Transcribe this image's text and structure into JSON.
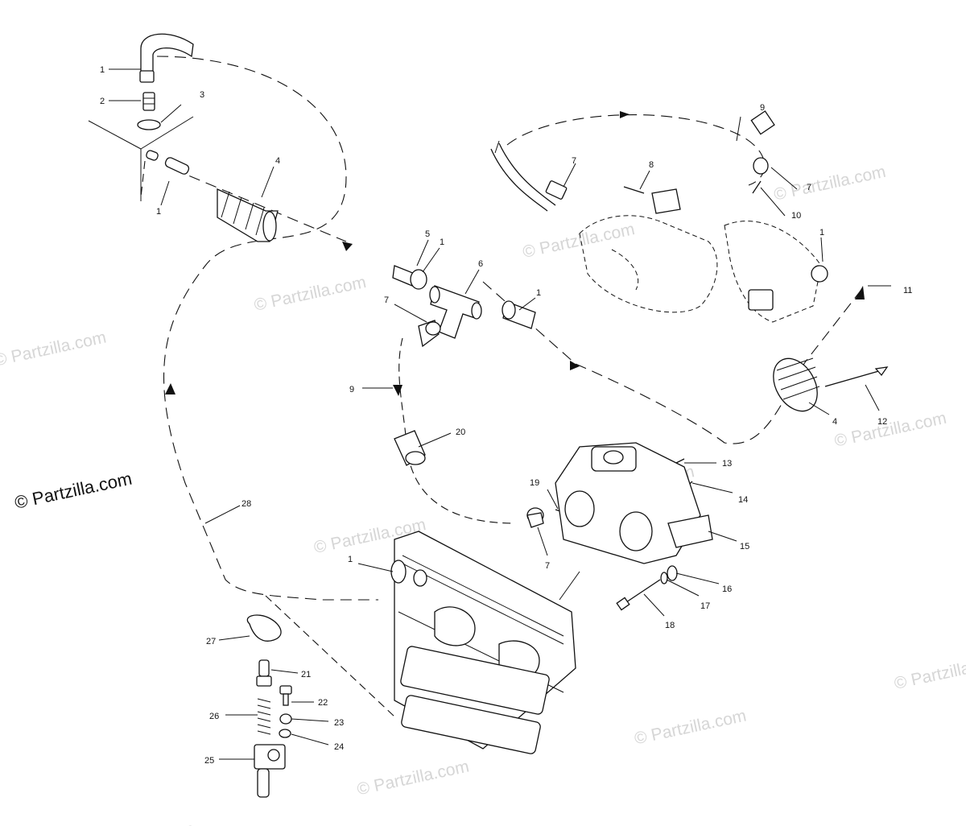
{
  "watermark_text": "© Partzilla.com",
  "brand_text": "© Partzilla.com",
  "part_labels": [
    {
      "id": "1a",
      "text": "1"
    },
    {
      "id": "2",
      "text": "2"
    },
    {
      "id": "3",
      "text": "3"
    },
    {
      "id": "1b",
      "text": "1"
    },
    {
      "id": "4a",
      "text": "4"
    },
    {
      "id": "9a",
      "text": "9"
    },
    {
      "id": "7a",
      "text": "7"
    },
    {
      "id": "8",
      "text": "8"
    },
    {
      "id": "7b",
      "text": "7"
    },
    {
      "id": "10",
      "text": "10"
    },
    {
      "id": "1c",
      "text": "1"
    },
    {
      "id": "11",
      "text": "11"
    },
    {
      "id": "5",
      "text": "5"
    },
    {
      "id": "1d",
      "text": "1"
    },
    {
      "id": "6",
      "text": "6"
    },
    {
      "id": "7c",
      "text": "7"
    },
    {
      "id": "1e",
      "text": "1"
    },
    {
      "id": "9b",
      "text": "9"
    },
    {
      "id": "4b",
      "text": "4"
    },
    {
      "id": "12",
      "text": "12"
    },
    {
      "id": "20",
      "text": "20"
    },
    {
      "id": "13",
      "text": "13"
    },
    {
      "id": "14",
      "text": "14"
    },
    {
      "id": "19",
      "text": "19"
    },
    {
      "id": "15",
      "text": "15"
    },
    {
      "id": "28",
      "text": "28"
    },
    {
      "id": "7d",
      "text": "7"
    },
    {
      "id": "1f",
      "text": "1"
    },
    {
      "id": "16",
      "text": "16"
    },
    {
      "id": "17",
      "text": "17"
    },
    {
      "id": "18",
      "text": "18"
    },
    {
      "id": "27",
      "text": "27"
    },
    {
      "id": "21",
      "text": "21"
    },
    {
      "id": "22",
      "text": "22"
    },
    {
      "id": "26",
      "text": "26"
    },
    {
      "id": "23",
      "text": "23"
    },
    {
      "id": "24",
      "text": "24"
    },
    {
      "id": "25",
      "text": "25"
    }
  ]
}
